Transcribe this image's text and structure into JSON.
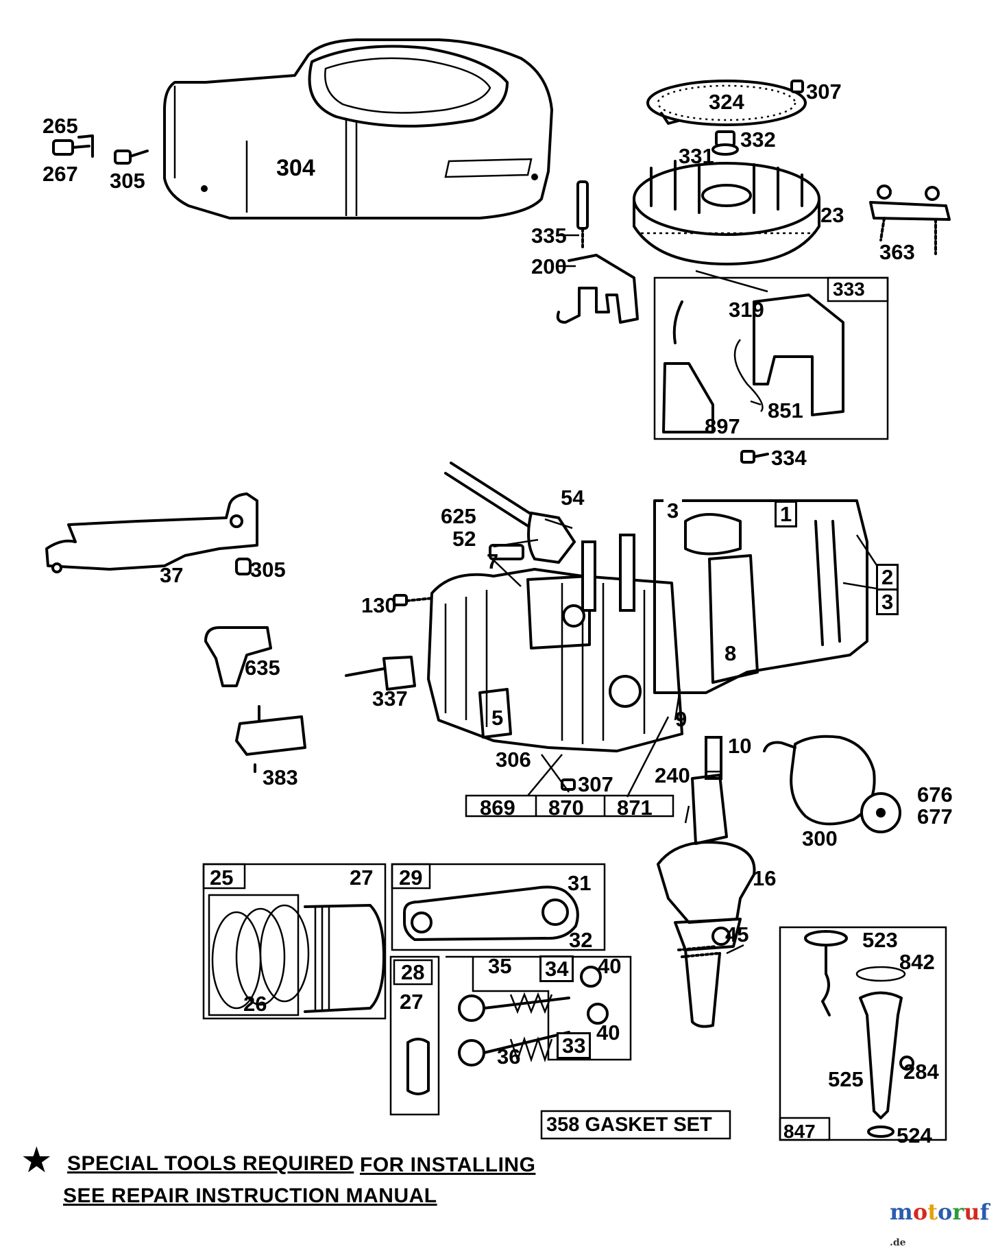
{
  "diagram": {
    "labels": [
      "265",
      "267",
      "305",
      "304",
      "324",
      "307",
      "332",
      "331",
      "23",
      "363",
      "335",
      "200",
      "333",
      "319",
      "851",
      "897",
      "334",
      "54",
      "625",
      "52",
      "7",
      "1",
      "3",
      "2",
      "3",
      "37",
      "305",
      "130",
      "8",
      "635",
      "337",
      "5",
      "9",
      "10",
      "306",
      "307",
      "240",
      "676",
      "677",
      "300",
      "383",
      "869",
      "870",
      "871",
      "25",
      "27",
      "26",
      "29",
      "31",
      "32",
      "16",
      "45",
      "28",
      "27",
      "35",
      "34",
      "40",
      "36",
      "33",
      "40",
      "523",
      "842",
      "284",
      "525",
      "524",
      "847",
      "358 GASKET SET"
    ]
  },
  "footer": {
    "star_symbol": "★",
    "line1_a": "SPECIAL TOOLS REQUIRED",
    "line1_b": "FOR INSTALLING",
    "line2": "SEE REPAIR INSTRUCTION MANUAL"
  },
  "watermark": {
    "letters": [
      "m",
      "o",
      "t",
      "o",
      "r",
      "u",
      "f"
    ],
    "letter_colors": [
      "#2a5db0",
      "#d42a1e",
      "#e3a10b",
      "#2a5db0",
      "#2e9a3a",
      "#d42a1e",
      "#2a5db0"
    ],
    "suffix": ".de"
  }
}
